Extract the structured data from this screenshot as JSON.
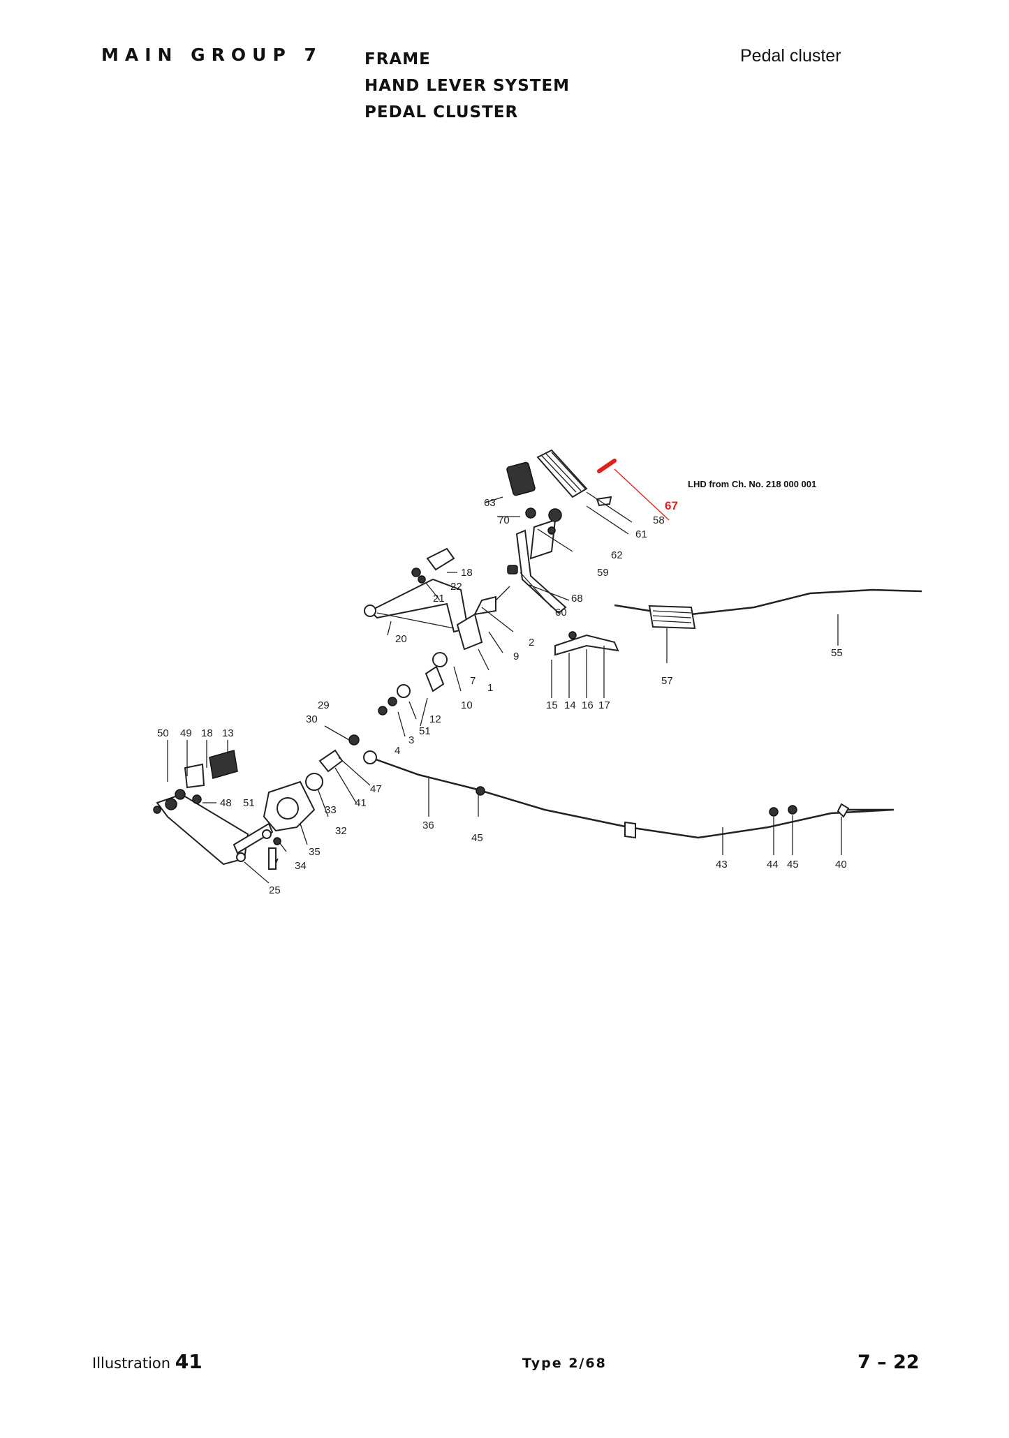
{
  "header": {
    "main_group": "MAIN GROUP 7",
    "section_lines": [
      "FRAME",
      "HAND LEVER SYSTEM",
      "PEDAL CLUSTER"
    ],
    "page_topic": "Pedal cluster"
  },
  "diagram": {
    "note": "LHD from Ch. No. 218 000 001",
    "highlight_color": "#e0201c",
    "highlight_label": "67",
    "part_numbers": [
      "63",
      "70",
      "58",
      "61",
      "62",
      "59",
      "18",
      "22",
      "21",
      "68",
      "60",
      "20",
      "2",
      "9",
      "7",
      "1",
      "10",
      "12",
      "51",
      "3",
      "4",
      "29",
      "30",
      "47",
      "41",
      "33",
      "32",
      "35",
      "34",
      "25",
      "50",
      "49",
      "18",
      "13",
      "48",
      "51",
      "36",
      "45",
      "57",
      "55",
      "15",
      "14",
      "16",
      "17",
      "43",
      "44",
      "45",
      "40"
    ]
  },
  "footer": {
    "illustration_label": "Illustration",
    "illustration_number": "41",
    "type_label": "Type 2/68",
    "page_number": "7 – 22"
  }
}
